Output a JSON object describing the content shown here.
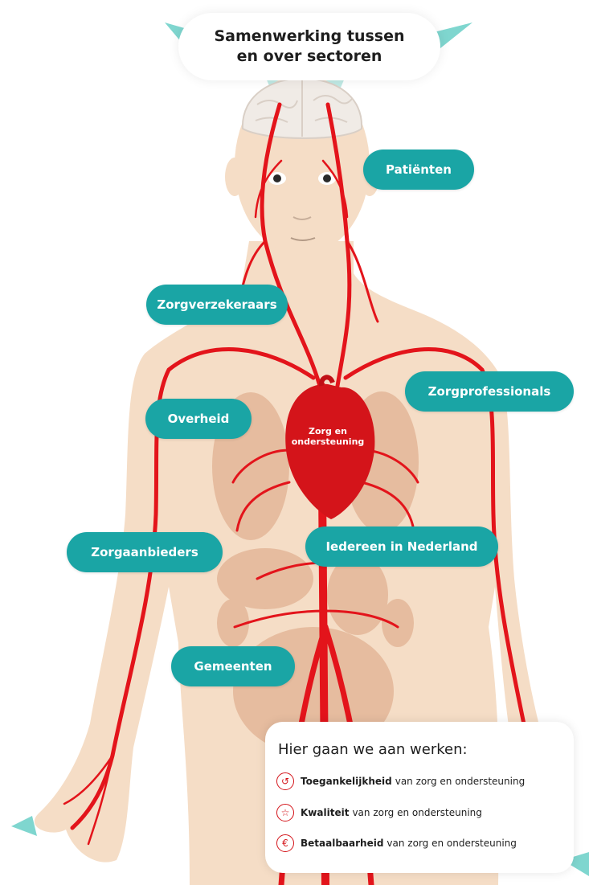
{
  "title": {
    "line1": "Samenwerking tussen",
    "line2": "en over sectoren"
  },
  "pills": {
    "patienten": "Patiënten",
    "zorgverzekeraars": "Zorgverzekeraars",
    "zorgprofessionals": "Zorgprofessionals",
    "overheid": "Overheid",
    "zorgaanbieders": "Zorgaanbieders",
    "iedereen": "Iedereen in Nederland",
    "gemeenten": "Gemeenten"
  },
  "heart": {
    "line1": "Zorg en",
    "line2": "ondersteuning"
  },
  "legend": {
    "title": "Hier gaan we aan werken:",
    "items": [
      {
        "icon": "accessibility-icon",
        "bold": "Toegankelijkheid",
        "rest": "van zorg en ondersteuning"
      },
      {
        "icon": "star-icon",
        "bold": "Kwaliteit",
        "rest": "van zorg en ondersteuning"
      },
      {
        "icon": "euro-icon",
        "bold": "Betaalbaarheid",
        "rest": "van zorg en ondersteuning"
      }
    ]
  },
  "colors": {
    "teal": "#1aa5a5",
    "artery_red": "#e3141b",
    "skin": "#f5ddc6",
    "organ": "#e6bc9f",
    "mint": "#bfe9e4"
  }
}
